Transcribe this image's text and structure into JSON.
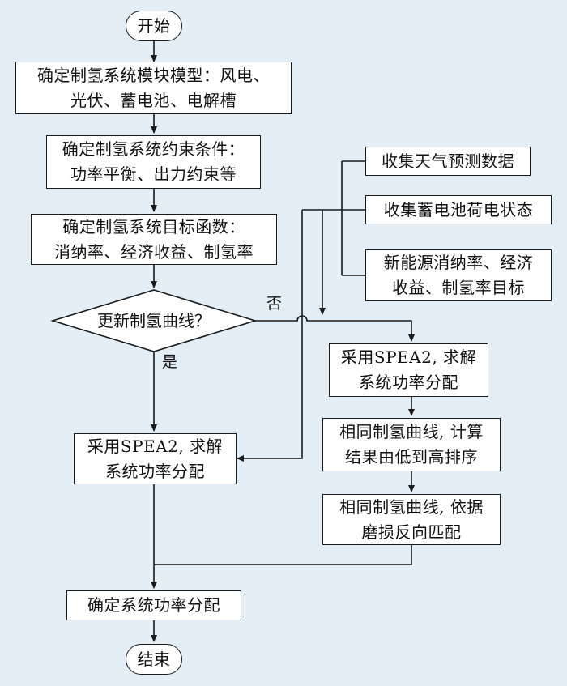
{
  "nodes": {
    "start": "开始",
    "model_line1": "确定制氢系统模块模型：风电、",
    "model_line2": "光伏、蓄电池、电解槽",
    "constraint_line1": "确定制氢系统约束条件：",
    "constraint_line2": "功率平衡、出力约束等",
    "objective_line1": "确定制氢系统目标函数：",
    "objective_line2": "消纳率、经济收益、制氢率",
    "decision": "更新制氢曲线？",
    "weather": "收集天气预测数据",
    "battery_state": "收集蓄电池荷电状态",
    "target_line1": "新能源消纳率、经济",
    "target_line2": "收益、制氢率目标",
    "spea2_right_line1": "采用SPEA2, 求解",
    "spea2_right_line2": "系统功率分配",
    "sort_line1": "相同制氢曲线, 计算",
    "sort_line2": "结果由低到高排序",
    "match_line1": "相同制氢曲线, 依据",
    "match_line2": "磨损反向匹配",
    "spea2_left_line1": "采用SPEA2, 求解",
    "spea2_left_line2": "系统功率分配",
    "final": "确定系统功率分配",
    "end": "结束"
  },
  "labels": {
    "yes": "是",
    "no": "否"
  },
  "colors": {
    "background": "#e4eef6",
    "box_fill": "#ffffff",
    "stroke": "#1a1a1a"
  }
}
